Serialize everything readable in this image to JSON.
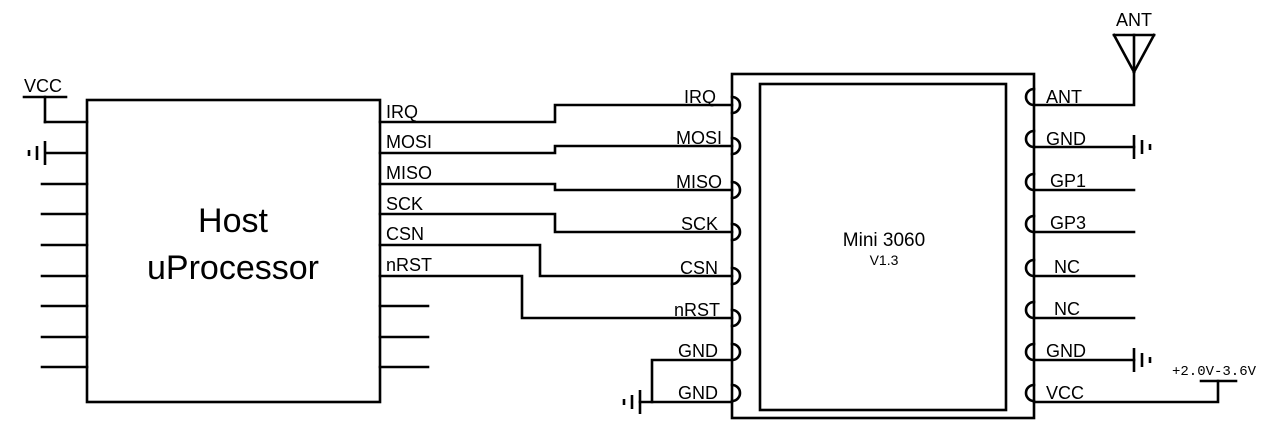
{
  "host": {
    "line1": "Host",
    "line2": "uProcessor",
    "vcc_label": "VCC",
    "pins": [
      "IRQ",
      "MOSI",
      "MISO",
      "SCK",
      "CSN",
      "nRST"
    ]
  },
  "module": {
    "name": "Mini 3060",
    "version": "V1.3",
    "left_pins": [
      "IRQ",
      "MOSI",
      "MISO",
      "SCK",
      "CSN",
      "nRST",
      "GND",
      "GND"
    ],
    "right_pins": [
      "ANT",
      "GND",
      "GP1",
      "GP3",
      "NC",
      "NC",
      "GND",
      "VCC"
    ]
  },
  "antenna_label": "ANT",
  "supply_label": "+2.0V-3.6V"
}
